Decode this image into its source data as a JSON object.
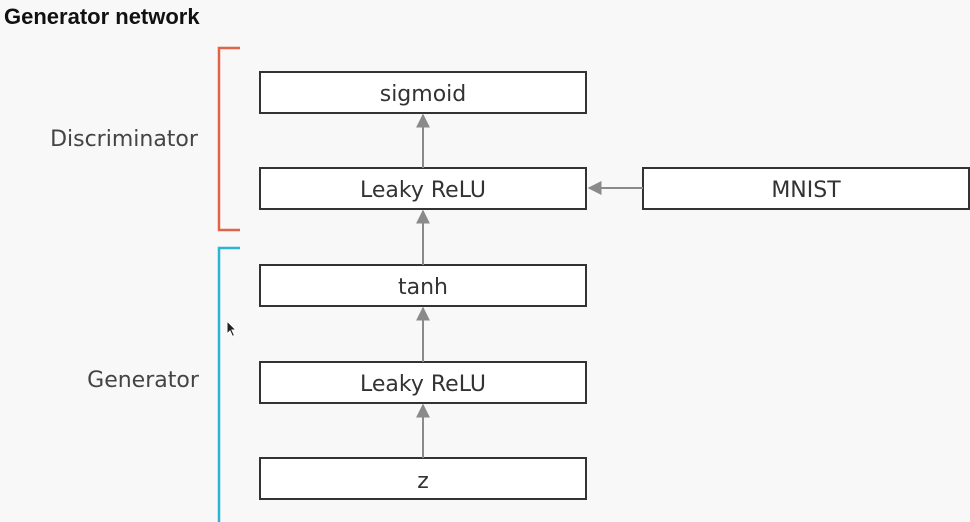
{
  "title": "Generator network",
  "groups": {
    "discriminator": {
      "label": "Discriminator",
      "color": "#e0644a"
    },
    "generator": {
      "label": "Generator",
      "color": "#2bb5d3"
    }
  },
  "boxes": {
    "sigmoid": "sigmoid",
    "leaky_relu_d": "Leaky ReLU",
    "mnist": "MNIST",
    "tanh": "tanh",
    "leaky_relu_g": "Leaky ReLU",
    "z": "z"
  },
  "colors": {
    "box_border": "#333333",
    "arrow": "#8a8a8a"
  }
}
